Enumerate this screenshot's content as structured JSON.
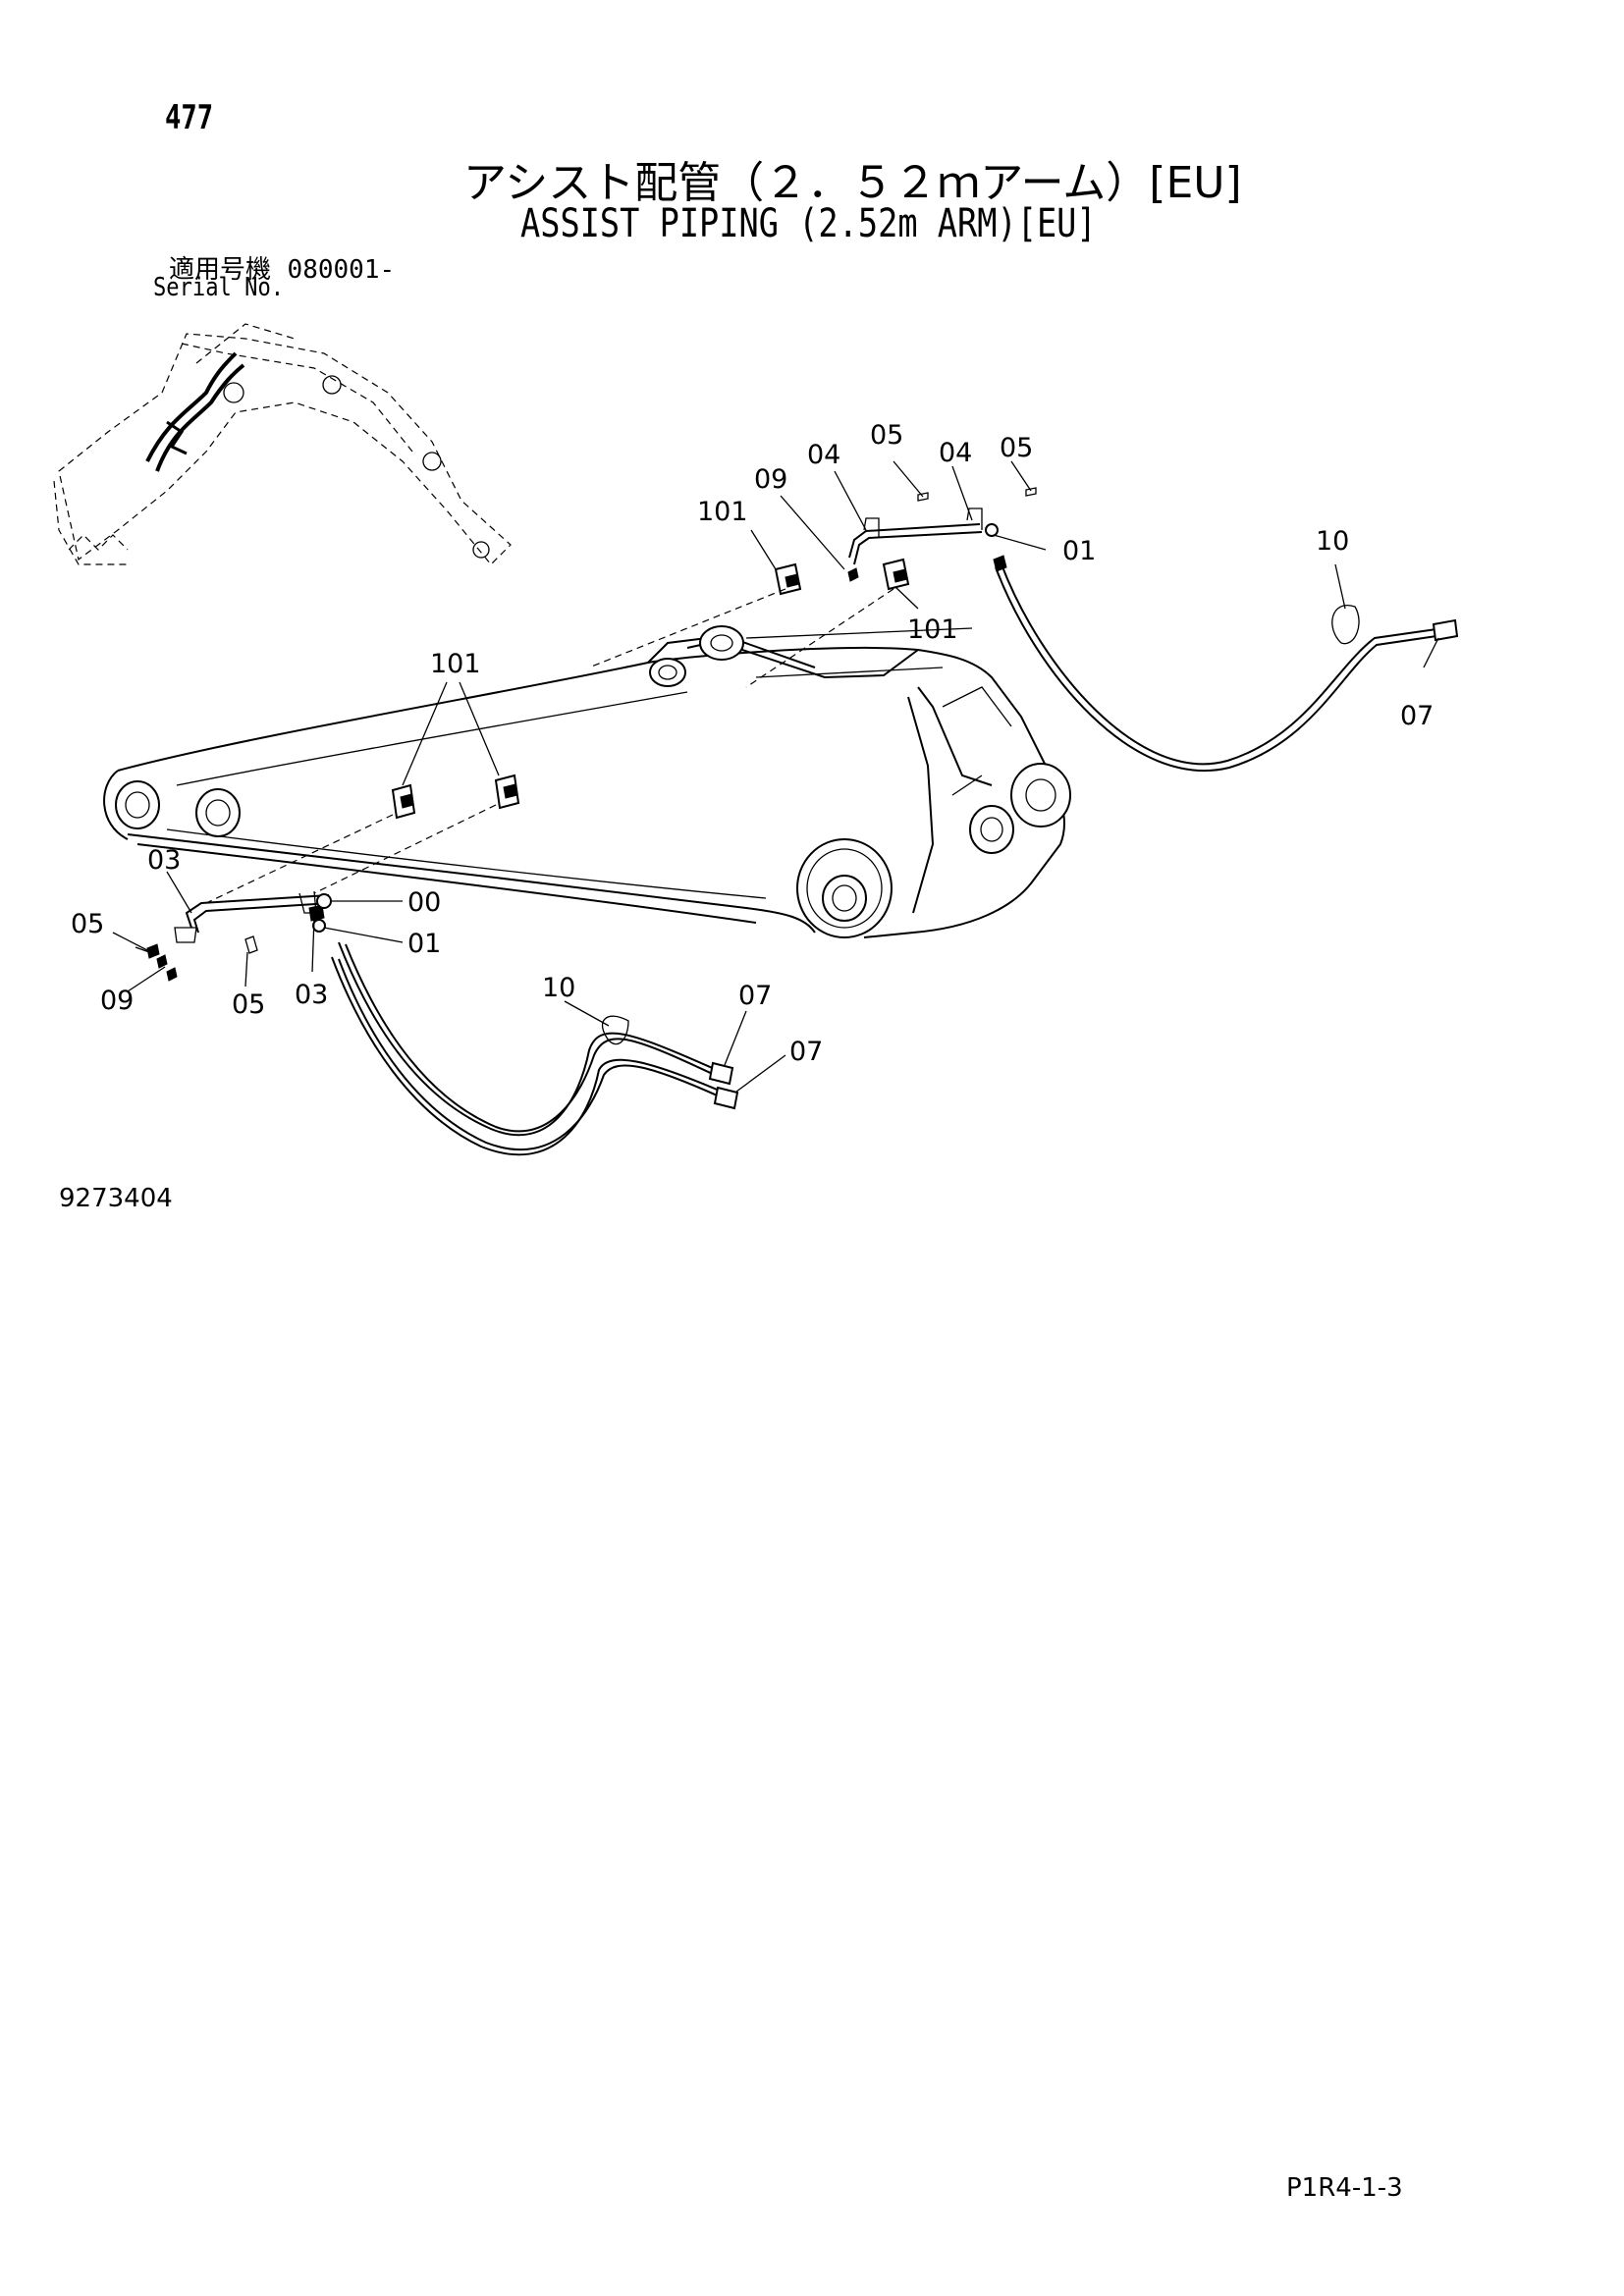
{
  "header": {
    "page_number": "477",
    "title_jp": "アシスト配管（２．５２ｍアーム）[EU]",
    "title_en": "ASSIST PIPING (2.52m ARM)[EU]",
    "serial_label_jp": "適用号機",
    "serial_value": "080001-",
    "serial_label_en": "Serial No."
  },
  "figure": {
    "figure_number": "9273404",
    "callouts": {
      "c00": "00",
      "c01a": "01",
      "c01b": "01",
      "c03a": "03",
      "c03b": "03",
      "c04a": "04",
      "c04b": "04",
      "c05a": "05",
      "c05b": "05",
      "c05c": "05",
      "c05d": "05",
      "c07a": "07",
      "c07b": "07",
      "c07c": "07",
      "c09a": "09",
      "c09b": "09",
      "c10a": "10",
      "c10b": "10",
      "c101a": "101",
      "c101b": "101",
      "c101c": "101"
    }
  },
  "footer": {
    "page_code": "P1R4-1-3"
  }
}
